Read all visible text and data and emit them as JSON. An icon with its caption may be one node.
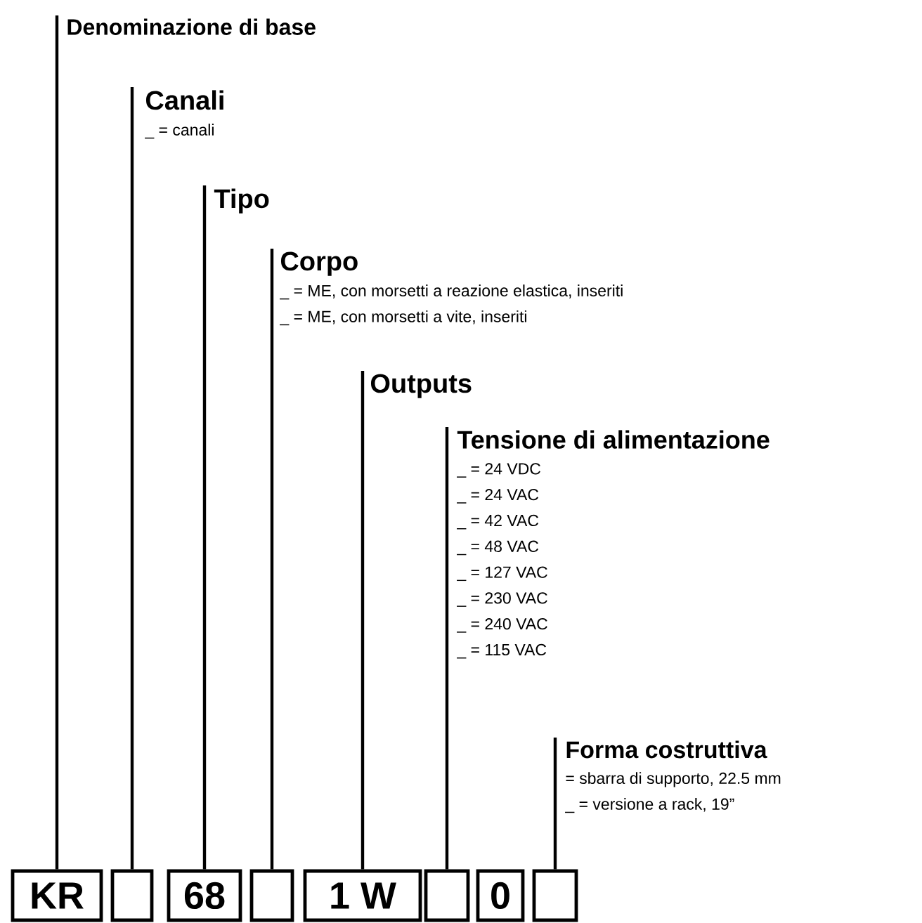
{
  "diagram": {
    "nodes": [
      {
        "text": [
          "Denominazione di base"
        ]
      },
      {
        "text": [
          "Canali",
          "_ = canali"
        ]
      },
      {
        "text": [
          "Tipo"
        ]
      },
      {
        "text": [
          "Corpo",
          "_ = ME, con morsetti a reazione elastica, inseriti",
          "_ = ME, con morsetti a vite, inseriti"
        ]
      },
      {
        "text": [
          "Outputs"
        ]
      },
      {
        "text": [
          "Tensione di alimentazione",
          "_ = 24 VDC",
          "_ = 24 VAC",
          "_ = 42 VAC",
          "_ = 48 VAC",
          "_ = 127 VAC",
          "_ = 230 VAC",
          "_ = 240 VAC",
          "_ = 115 VAC"
        ]
      },
      {
        "text": [
          "Forma costruttiva",
          "= sbarra di supporto, 22.5 mm",
          "_ = versione a rack, 19”"
        ]
      },
      {
        "text": [
          "KR"
        ]
      },
      {
        "text": [],
        "shape": "box"
      },
      {
        "text": [
          "68"
        ]
      },
      {
        "text": [],
        "shape": "box"
      },
      {
        "text": [
          "1 W"
        ]
      },
      {
        "text": [],
        "shape": "box"
      },
      {
        "text": [
          "0"
        ]
      },
      {
        "text": [],
        "shape": "box"
      }
    ],
    "edges": [
      {
        "from": 0,
        "to": 7,
        "arrow": "none"
      },
      {
        "from": 1,
        "to": 8,
        "arrow": "none"
      },
      {
        "from": 2,
        "to": 9,
        "arrow": "none"
      },
      {
        "from": 3,
        "to": 10,
        "arrow": "none"
      },
      {
        "from": 4,
        "to": 11,
        "arrow": "none"
      },
      {
        "from": 5,
        "to": 12,
        "arrow": "none"
      },
      {
        "from": 6,
        "to": 14,
        "arrow": "none"
      }
    ]
  }
}
